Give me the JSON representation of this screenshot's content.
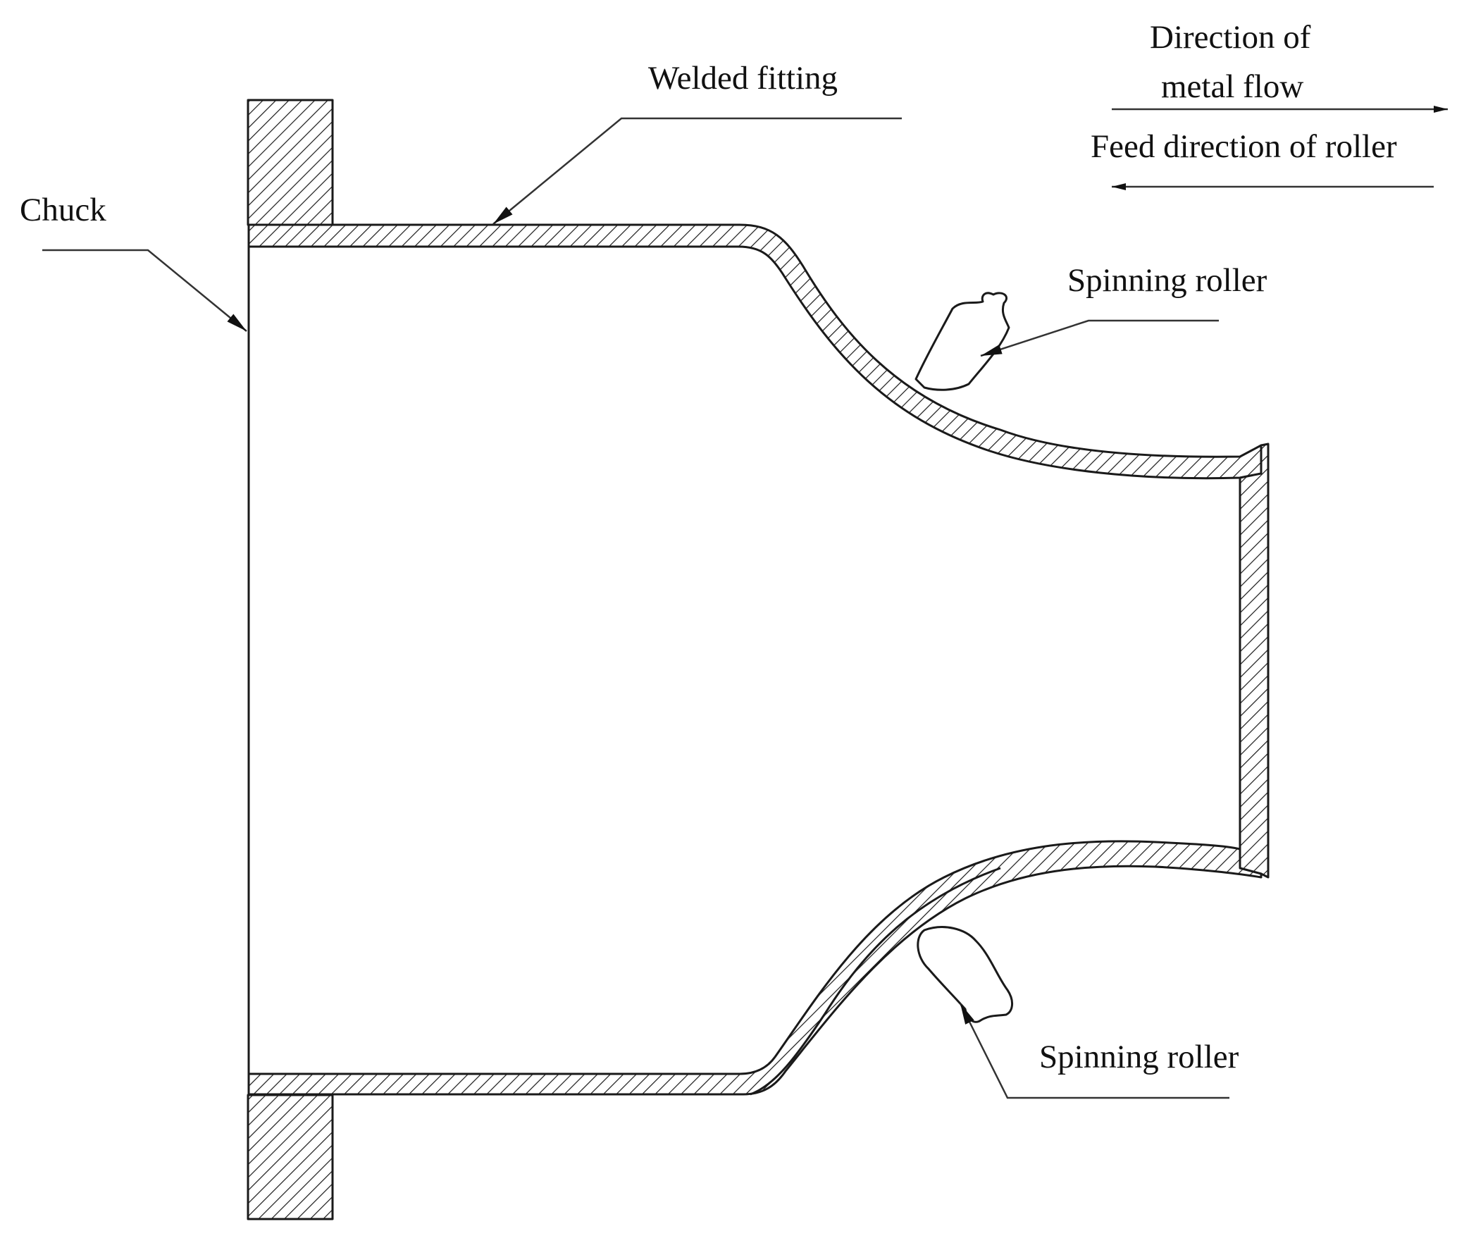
{
  "labels": {
    "chuck": "Chuck",
    "welded_fitting": "Welded fitting",
    "metal_flow_line1": "Direction of",
    "metal_flow_line2": "metal flow",
    "feed_direction": "Feed direction of roller",
    "spinning_roller_upper": "Spinning roller",
    "spinning_roller_lower": "Spinning roller"
  },
  "colors": {
    "line": "#1a1a1a",
    "background": "#ffffff"
  }
}
